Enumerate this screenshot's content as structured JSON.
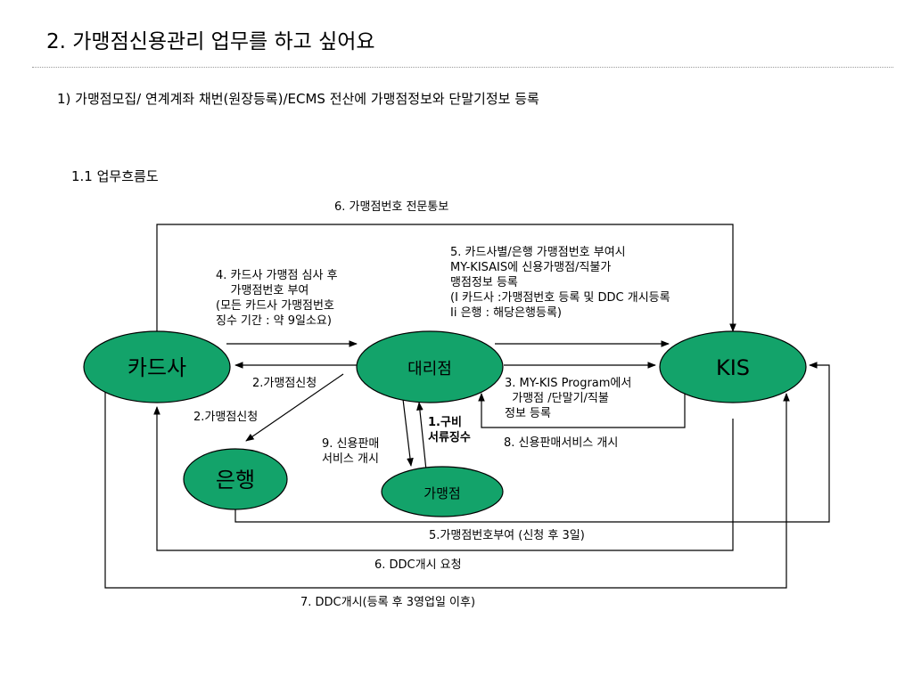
{
  "title": "2. 가맹점신용관리 업무를 하고 싶어요",
  "subtitle": "1) 가맹점모집/ 연계계좌 채번(원장등록)/ECMS 전산에 가맹점정보와 단말기정보 등록",
  "section": "1.1 업무흐름도",
  "colors": {
    "node_fill": "#13a36a",
    "node_stroke": "#000000",
    "line": "#000000"
  },
  "nodes": {
    "card": "카드사",
    "agency": "대리점",
    "kis": "KIS",
    "bank": "은행",
    "merchant": "가맹점"
  },
  "labels": {
    "top_notice": "6. 가맹점번호 전문통보",
    "review": "4. 카드사 가맹점 심사 후\n    가맹점번호 부여\n(모든 카드사 가맹점번호\n징수 기간 : 약 9일소요)",
    "apply_card": "2.가맹점신청",
    "apply_bank": "2.가맹점신청",
    "grant": "5. 카드사별/은행 가맹점번호 부여시\nMY-KISAIS에 신용가맹점/직불가\n맹점정보 등록\n(I 카드사 :가맹점번호 등록 및 DDC 개시등록\nIi 은행 : 해당은행등록)",
    "mykis": "3. MY-KIS Program에서\n  가맹점 /단말기/직불\n정보 등록",
    "docs": "1.구비\n서류징수",
    "sales_start_left": "9. 신용판매\n서비스 개시",
    "sales_start_right": "8. 신용판매서비스 개시",
    "bank_grant": "5.가맹점번호부여 (신청 후 3일)",
    "ddc_request": "6. DDC개시 요청",
    "ddc_open": "7. DDC개시(등록 후 3영업일 이후)"
  }
}
